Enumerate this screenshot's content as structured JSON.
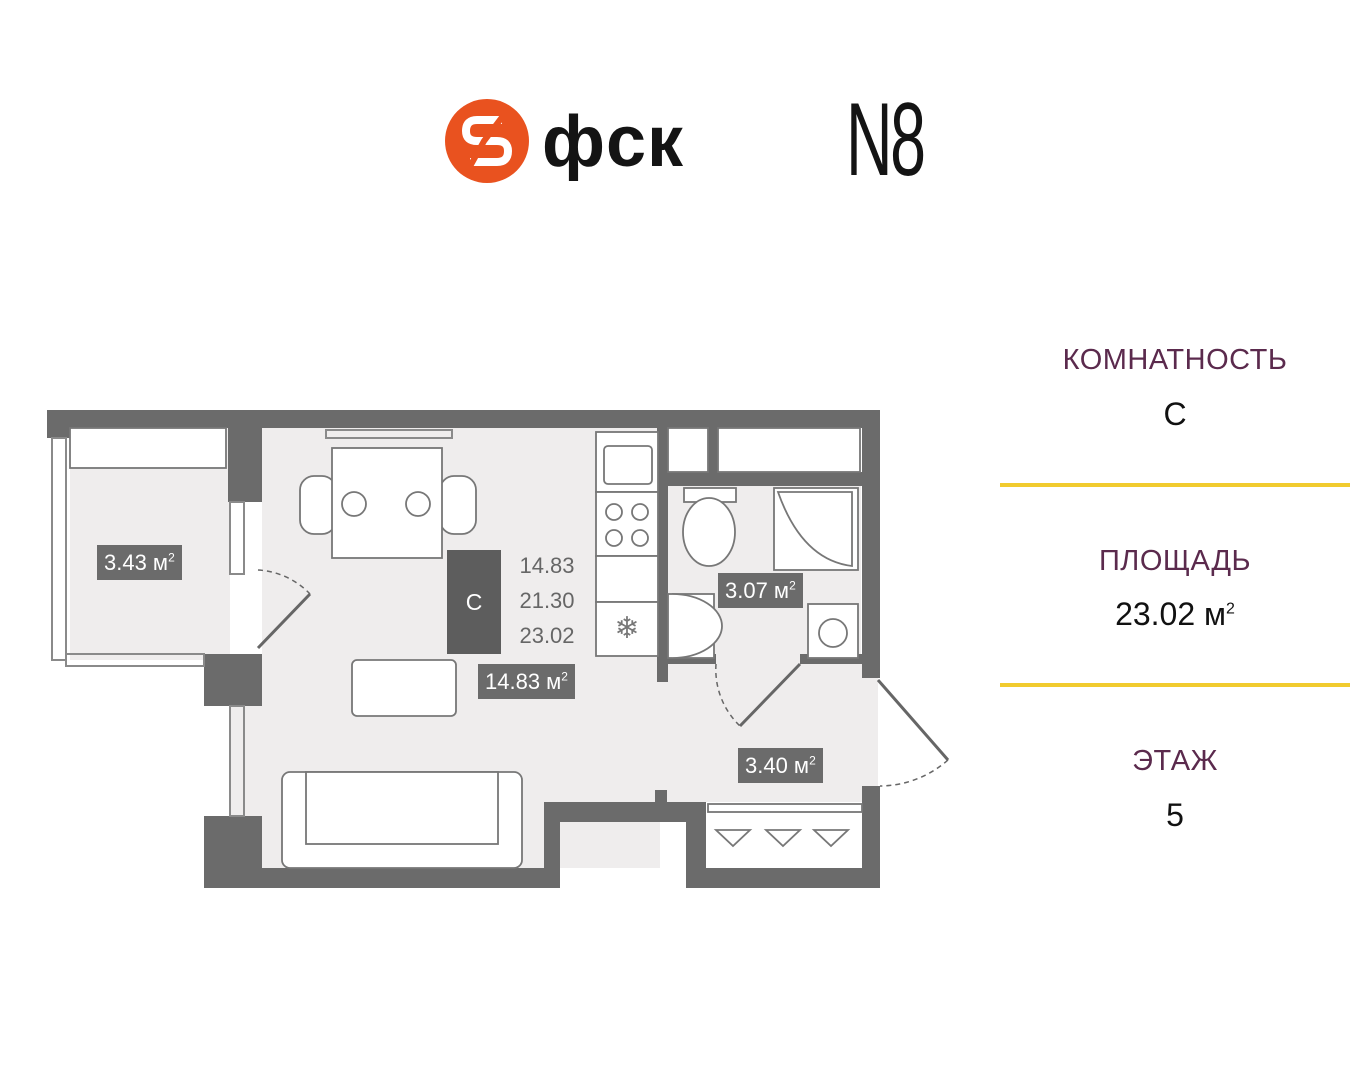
{
  "brand": {
    "developer_name": "фск",
    "project_name": "N8",
    "logo_color": "#e9521f"
  },
  "apartment": {
    "rooms_label": "КОМНАТНОСТЬ",
    "rooms_value": "С",
    "area_label": "ПЛОЩАДЬ",
    "area_value": "23.02 м",
    "area_unit_sup": "2",
    "floor_label": "ЭТАЖ",
    "floor_value": "5"
  },
  "plan": {
    "summary": {
      "code": "С",
      "living": "14.83",
      "total_without": "21.30",
      "total": "23.02"
    },
    "rooms": [
      {
        "id": "balcony",
        "area": "3.43 м",
        "sup": "2"
      },
      {
        "id": "main-room",
        "area": "14.83 м",
        "sup": "2"
      },
      {
        "id": "bathroom",
        "area": "3.07 м",
        "sup": "2"
      },
      {
        "id": "hallway",
        "area": "3.40 м",
        "sup": "2"
      }
    ],
    "colors": {
      "wall": "#6b6b6b",
      "floor": "#efeded",
      "divider": "#f1cb2e",
      "label": "#5b2a4d"
    }
  }
}
